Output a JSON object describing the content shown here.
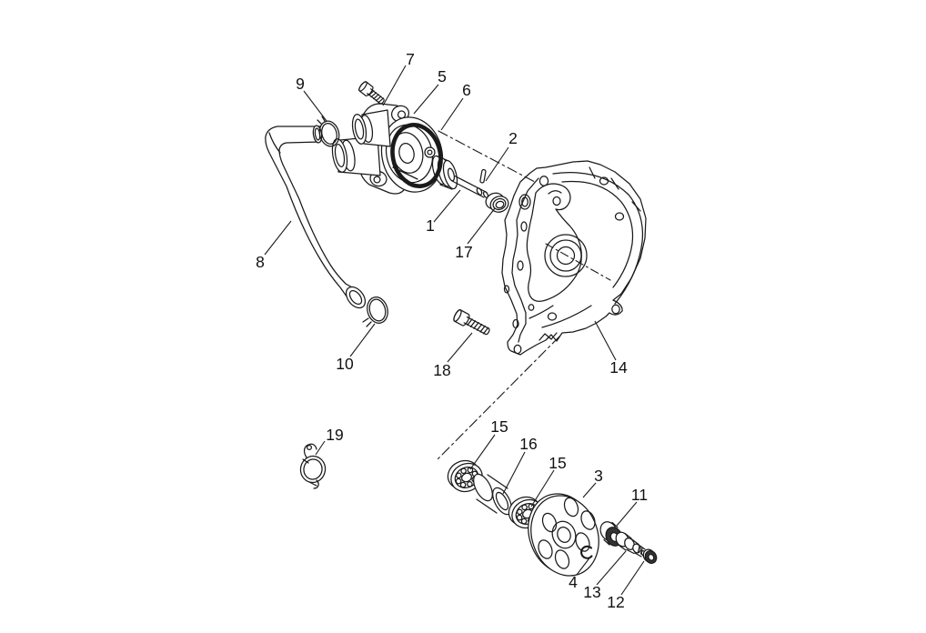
{
  "figure": {
    "kind": "exploded-parts-diagram",
    "background": "#ffffff",
    "line_color": "#1a1a1a",
    "callouts": {
      "p1": "1",
      "p2": "2",
      "p3": "3",
      "p4": "4",
      "p5": "5",
      "p6": "6",
      "p7": "7",
      "p8": "8",
      "p9": "9",
      "p10": "10",
      "p11": "11",
      "p12": "12",
      "p13": "13",
      "p14": "14",
      "p15a": "15",
      "p15b": "15",
      "p16": "16",
      "p17": "17",
      "p18": "18",
      "p19": "19"
    }
  }
}
